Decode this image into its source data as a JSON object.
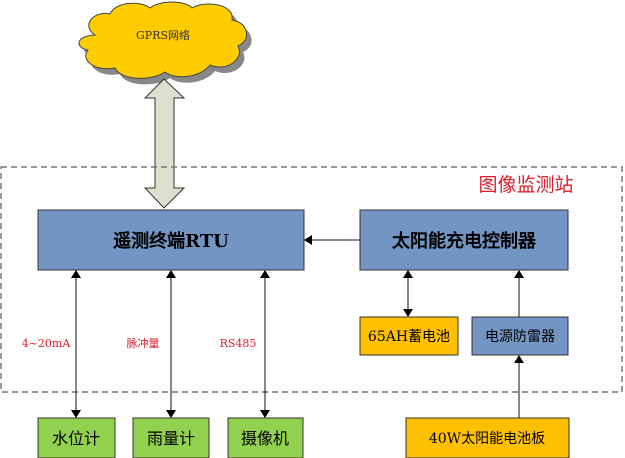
{
  "network": {
    "label": "GPRS网络"
  },
  "station": {
    "title": "图像监测站"
  },
  "rtu": {
    "label": "遥测终端RTU"
  },
  "controller": {
    "label": "太阳能充电控制器"
  },
  "battery": {
    "label": "65AH蓄电池"
  },
  "surge": {
    "label": "电源防雷器"
  },
  "solar_panel": {
    "label": "40W太阳能电池板"
  },
  "sensors": [
    {
      "label": "水位计",
      "signal": "4~20mA"
    },
    {
      "label": "雨量计",
      "signal": "脉冲量"
    },
    {
      "label": "摄像机",
      "signal": "RS485"
    }
  ],
  "colors": {
    "blue": "#7395c4",
    "orange": "#ffc000",
    "green": "#92d050",
    "red": "#e0202a"
  }
}
